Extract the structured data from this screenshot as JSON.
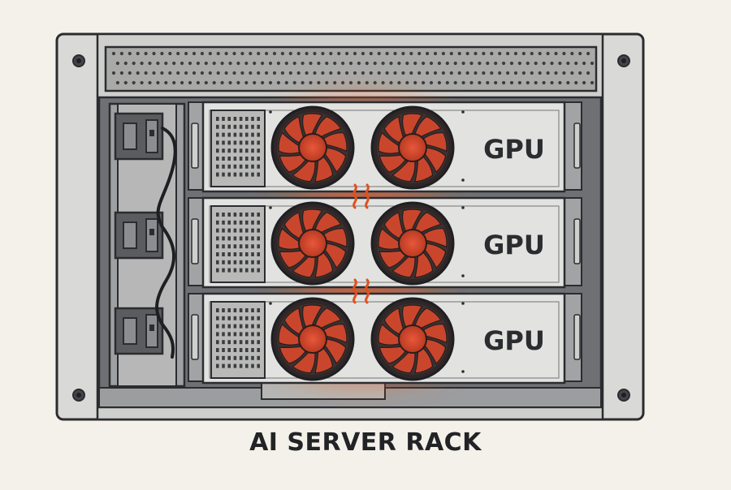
{
  "title": "AI SERVER RACK",
  "units": [
    {
      "label": "GPU"
    },
    {
      "label": "GPU"
    },
    {
      "label": "GPU"
    }
  ],
  "colors": {
    "background": "#f4f1ea",
    "frame": "#d7d7d5",
    "outline": "#2b2c2f",
    "chassis": "#8a8b8e",
    "panel": "#e2e2e0",
    "fan_body": "#3a3030",
    "fan_blade": "#c9462c",
    "heat_glow": "#ff5a1f",
    "heat_wave": "#e0501f"
  },
  "icons": [
    "fan-icon",
    "heat-wave-icon",
    "power-cable-icon",
    "screw-icon",
    "vent-grille-icon"
  ]
}
